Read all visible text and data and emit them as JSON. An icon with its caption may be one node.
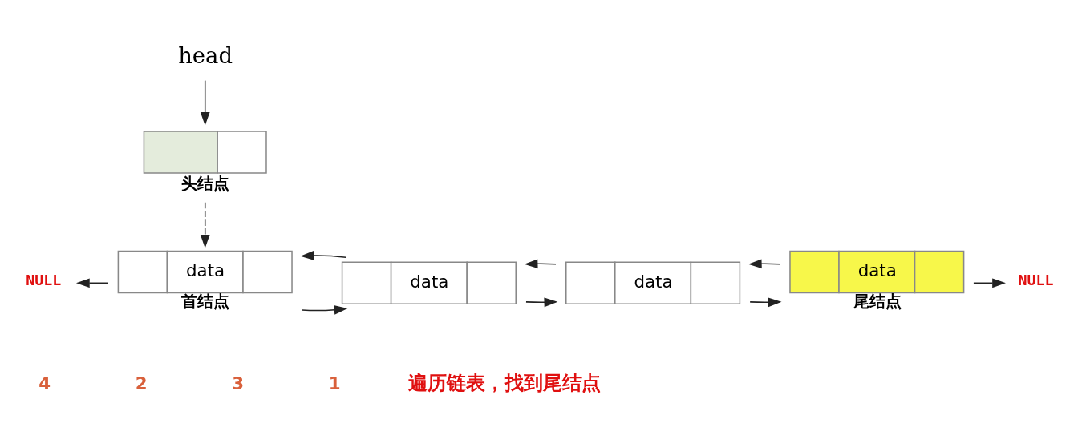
{
  "diagram": {
    "nodes": [
      {
        "text": [
          "head"
        ]
      },
      {
        "text": [],
        "shape": "box",
        "beside": [
          "头结点"
        ]
      },
      {
        "text": [
          "NULL"
        ]
      },
      {
        "text": [
          "data"
        ],
        "beside": [
          "首结点"
        ]
      },
      {
        "text": [
          "data"
        ]
      },
      {
        "text": [
          "data"
        ]
      },
      {
        "text": [
          "data"
        ],
        "beside": [
          "尾结点"
        ]
      },
      {
        "text": [
          "NULL"
        ]
      }
    ],
    "edges": [
      {
        "from": 0,
        "to": 1,
        "arrow": "to"
      },
      {
        "from": 1,
        "to": 3,
        "arrow": "to",
        "style": "dashed"
      },
      {
        "from": 3,
        "to": 2,
        "arrow": "to"
      },
      {
        "from": 3,
        "to": 4,
        "arrow": "to"
      },
      {
        "from": 4,
        "to": 3,
        "arrow": "to"
      },
      {
        "from": 4,
        "to": 5,
        "arrow": "to"
      },
      {
        "from": 5,
        "to": 4,
        "arrow": "to"
      },
      {
        "from": 5,
        "to": 6,
        "arrow": "to"
      },
      {
        "from": 6,
        "to": 5,
        "arrow": "to"
      },
      {
        "from": 6,
        "to": 7,
        "arrow": "to"
      }
    ],
    "labels": [
      "4",
      "2",
      "3",
      "1",
      "遍历链表，找到尾结点"
    ]
  }
}
